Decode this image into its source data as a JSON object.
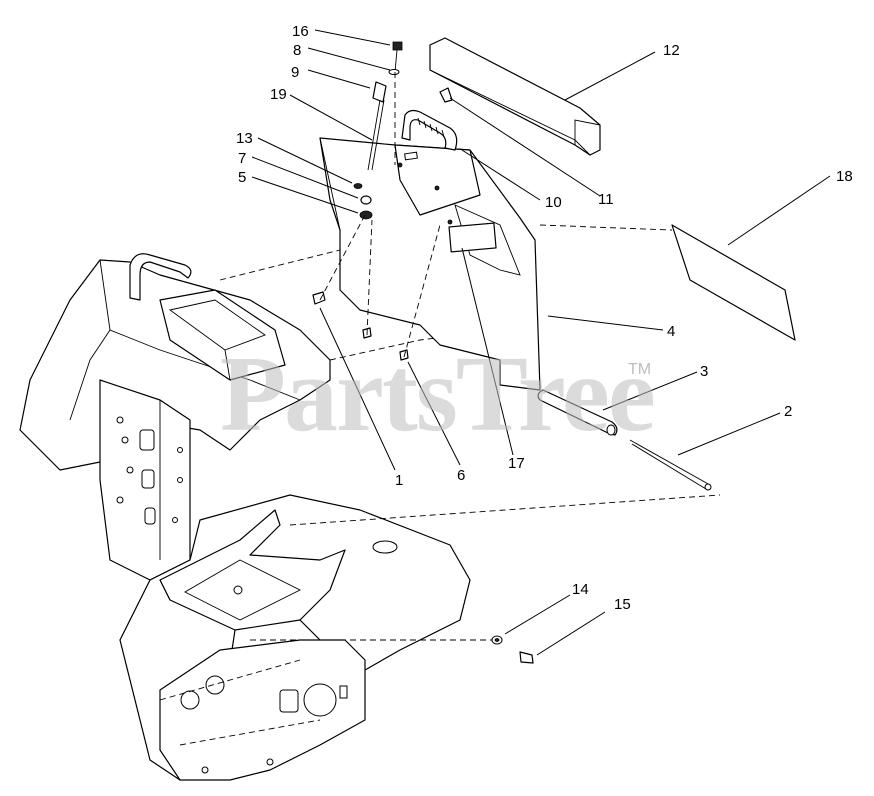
{
  "watermark": {
    "text": "PartsTree",
    "trademark": "TM"
  },
  "callouts": [
    {
      "id": "c16",
      "label": "16"
    },
    {
      "id": "c8",
      "label": "8"
    },
    {
      "id": "c9",
      "label": "9"
    },
    {
      "id": "c19",
      "label": "19"
    },
    {
      "id": "c13",
      "label": "13"
    },
    {
      "id": "c7",
      "label": "7"
    },
    {
      "id": "c5",
      "label": "5"
    },
    {
      "id": "c12",
      "label": "12"
    },
    {
      "id": "c10",
      "label": "10"
    },
    {
      "id": "c11",
      "label": "11"
    },
    {
      "id": "c18",
      "label": "18"
    },
    {
      "id": "c4",
      "label": "4"
    },
    {
      "id": "c3",
      "label": "3"
    },
    {
      "id": "c2",
      "label": "2"
    },
    {
      "id": "c1",
      "label": "1"
    },
    {
      "id": "c6",
      "label": "6"
    },
    {
      "id": "c17",
      "label": "17"
    },
    {
      "id": "c14",
      "label": "14"
    },
    {
      "id": "c15",
      "label": "15"
    }
  ]
}
